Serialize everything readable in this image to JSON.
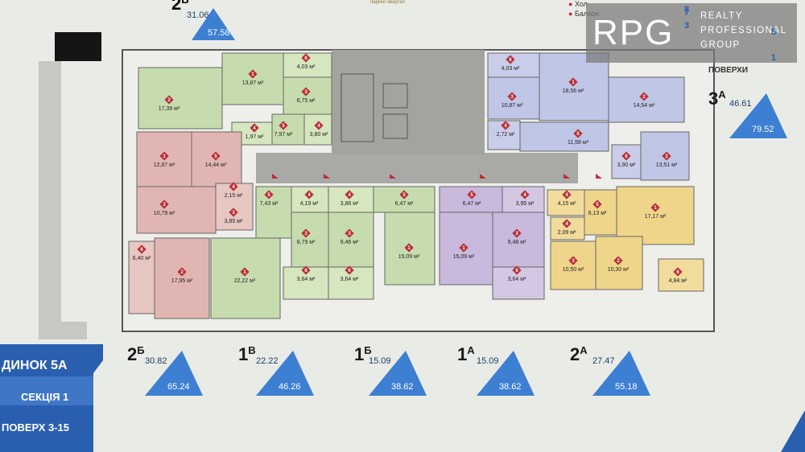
{
  "header": {
    "top_code_prefix": "2",
    "top_code_suffix": "Б",
    "top_area_living": "31.06",
    "top_area_total": "57.58",
    "legend_items": [
      "Хол",
      "Балкон"
    ],
    "legend_numbers": [
      "8",
      "7",
      "3",
      "5",
      "1"
    ],
    "floors_label": "ПОВЕРХИ",
    "top_small_text": "паркінг-квартал"
  },
  "logo": {
    "mark": "RPG",
    "line1": "REALTY",
    "line2": "PROFESSIONAL",
    "line3": "GROUP"
  },
  "block_panel": {
    "title": "ДИНОК 5А",
    "section": "СЕКЦІЯ 1",
    "floors": "ПОВЕРХ 3-15"
  },
  "apartments": [
    {
      "code": "2",
      "suffix": "Б",
      "living": "30.82",
      "total": "65.24"
    },
    {
      "code": "1",
      "suffix": "В",
      "living": "22.22",
      "total": "46.26"
    },
    {
      "code": "1",
      "suffix": "Б",
      "living": "15.09",
      "total": "38.62"
    },
    {
      "code": "1",
      "suffix": "А",
      "living": "15.09",
      "total": "38.62"
    },
    {
      "code": "2",
      "suffix": "А",
      "living": "27.47",
      "total": "55.18"
    },
    {
      "code": "3",
      "suffix": "А",
      "living": "46.61",
      "total": "79.52"
    }
  ],
  "rooms": [
    {
      "n": "1",
      "area": "13,87 м²"
    },
    {
      "n": "6",
      "area": "4,03 м²"
    },
    {
      "n": "2",
      "area": "17,39 м²"
    },
    {
      "n": "3",
      "area": "6,75 м²"
    },
    {
      "n": "4",
      "area": "1,97 м²"
    },
    {
      "n": "5",
      "area": "7,97 м²"
    },
    {
      "n": "4",
      "area": "3,80 м²"
    },
    {
      "n": "1",
      "area": "12,87 м²"
    },
    {
      "n": "5",
      "area": "14,44 м²"
    },
    {
      "n": "3",
      "area": "10,79 м²"
    },
    {
      "n": "4",
      "area": "2,15 м²"
    },
    {
      "n": "3",
      "area": "3,85 м²"
    },
    {
      "n": "6",
      "area": "6,40 м²"
    },
    {
      "n": "2",
      "area": "17,95 м²"
    },
    {
      "n": "1",
      "area": "22,22 м²"
    },
    {
      "n": "5",
      "area": "7,43 м²"
    },
    {
      "n": "4",
      "area": "4,19 м²"
    },
    {
      "n": "3",
      "area": "8,79 м²"
    },
    {
      "n": "6",
      "area": "3,64 м²"
    },
    {
      "n": "4",
      "area": "3,86 м²"
    },
    {
      "n": "3",
      "area": "9,46 м²"
    },
    {
      "n": "6",
      "area": "3,64 м²"
    },
    {
      "n": "5",
      "area": "6,47 м²"
    },
    {
      "n": "1",
      "area": "15,09 м²"
    },
    {
      "n": "5",
      "area": "6,47 м²"
    },
    {
      "n": "1",
      "area": "15,09 м²"
    },
    {
      "n": "4",
      "area": "3,95 м²"
    },
    {
      "n": "3",
      "area": "9,48 м²"
    },
    {
      "n": "6",
      "area": "3,64 м²"
    },
    {
      "n": "6",
      "area": "4,03 м²"
    },
    {
      "n": "1",
      "area": "18,56 м²"
    },
    {
      "n": "3",
      "area": "10,87 м²"
    },
    {
      "n": "2",
      "area": "14,54 м²"
    },
    {
      "n": "4",
      "area": "2,72 м²"
    },
    {
      "n": "5",
      "area": "11,58 м²"
    },
    {
      "n": "6",
      "area": "3,90 м²"
    },
    {
      "n": "2",
      "area": "13,51 м²"
    },
    {
      "n": "4",
      "area": "4,15 м²"
    },
    {
      "n": "5",
      "area": "6,13 м²"
    },
    {
      "n": "1",
      "area": "17,17 м²"
    },
    {
      "n": "4",
      "area": "2,09 м²"
    },
    {
      "n": "3",
      "area": "10,50 м²"
    },
    {
      "n": "2",
      "area": "10,30 м²"
    },
    {
      "n": "6",
      "area": "4,84 м²"
    }
  ],
  "colors": {
    "green": "#c7dcae",
    "light_green": "#d6e6bf",
    "red": "#e1b6b2",
    "violet": "#c8b9dd",
    "blue": "#bfc6e6",
    "yellow": "#efd58a",
    "badge": "#b8303a",
    "corridor": "#a9aaa6",
    "triangle": "#3d7fd2"
  }
}
